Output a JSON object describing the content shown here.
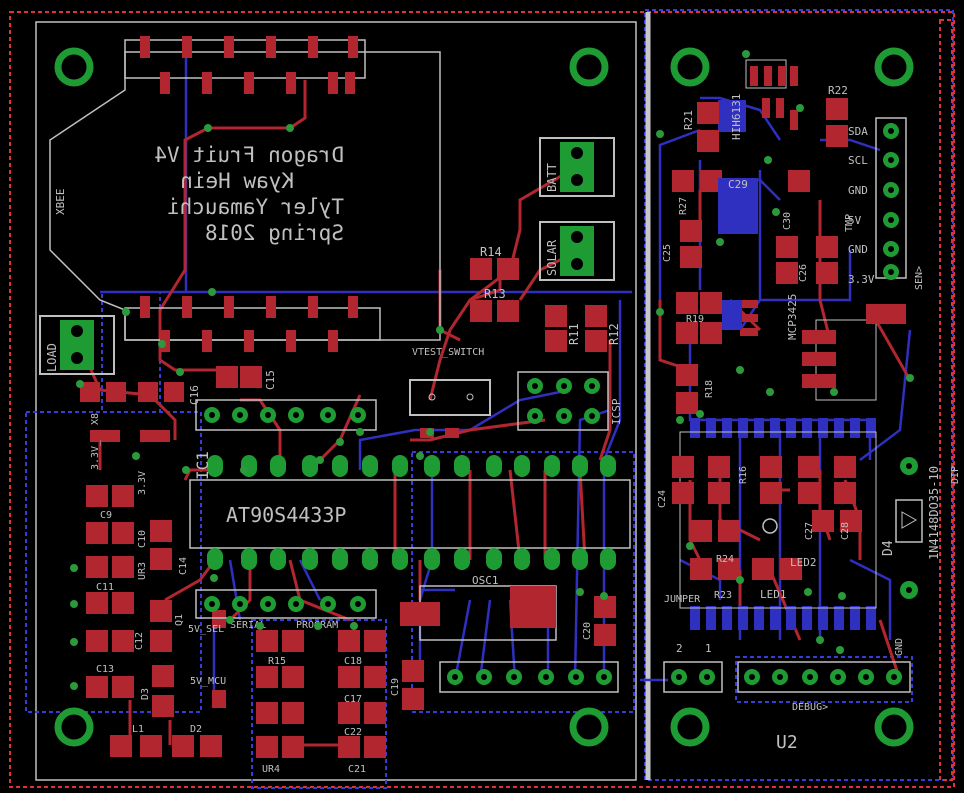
{
  "colors": {
    "background": "#000000",
    "top_copper": "#b22630",
    "bottom_copper": "#2f2fc0",
    "silkscreen": "#c0c0c0",
    "pads": "#1f9b34",
    "vias": "#2a9a3a",
    "board_outline_red": "#e0303a",
    "board_outline_blue": "#3a3ad8"
  },
  "board_title": {
    "line1": "Dragon Fruit V4",
    "line2": "Kyaw Hein",
    "line3": "Tyler Yamauchi",
    "line4": "Spring 2018"
  },
  "main_ic": "AT90S4433P",
  "ic1_label": "IC1",
  "xbee_label": "XBEE",
  "connectors": {
    "batt": "BATT",
    "solar": "SOLAR",
    "load": "LOAD",
    "icsp": "ICSP",
    "vtest_switch": "VTEST_SWITCH",
    "osc": "OSC1",
    "serial": "SERIAL",
    "program": "PROGRAM",
    "debug": "DEBUG>",
    "sen": "SEN>",
    "pin_1": "1",
    "pin_2": "2",
    "gnd": "GND"
  },
  "sensor_pins": [
    "SDA",
    "SCL",
    "GND",
    "5V",
    "GND",
    "3.3V"
  ],
  "components_left": {
    "r14": "R14",
    "r13": "R13",
    "r11": "R11",
    "r12": "R12",
    "c15": "C15",
    "c16": "C16",
    "c9": "C9",
    "c10": "C10",
    "c11": "C11",
    "c12": "C12",
    "c13": "C13",
    "c14": "C14",
    "c17": "C17",
    "c18": "C18",
    "c19": "C19",
    "c20": "C20",
    "c21": "C21",
    "c22": "C22",
    "r15": "R15",
    "q1": "Q1",
    "l1": "L1",
    "d2": "D2",
    "d3": "D3",
    "x8": "X8",
    "jp3v3": "3.3V_",
    "bus_3v3": "3.3V",
    "ur3": "UR3",
    "ur4": "UR4",
    "v5_sel": "5V_SEL",
    "v5_mcu": "5V_MCU"
  },
  "components_right": {
    "hih": "HIH6131",
    "r21": "R21",
    "r22": "R22",
    "r27": "R27",
    "c25": "C25",
    "c29": "C29",
    "c30": "C30",
    "c26": "C26",
    "mcp": "MCP3425",
    "r19": "R19",
    "r18": "R18",
    "c24": "C24",
    "r16": "R16",
    "r23": "R23",
    "r24": "R24",
    "c27": "C27",
    "c28": "C28",
    "led1": "LED1",
    "led2": "LED2",
    "jumper": "JUMPER",
    "d4": "D4",
    "diode": "1N4148DO35-10",
    "u2": "U2",
    "tmp": "TMP",
    "dip": "DIP"
  }
}
